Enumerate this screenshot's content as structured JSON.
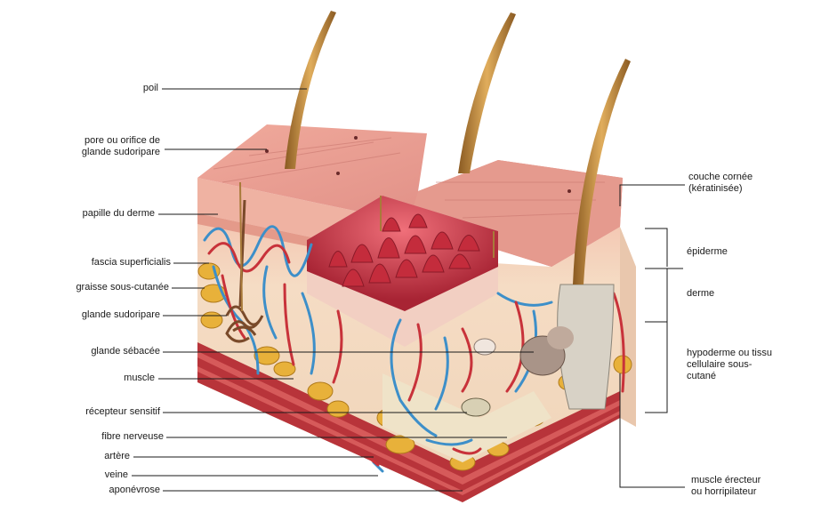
{
  "labels_left": {
    "poil": "poil",
    "pore": "pore ou orifice de\nglande sudoripare",
    "papille": "papille du derme",
    "fascia": "fascia superficialis",
    "graisse": "graisse sous-cutanée",
    "sudoripare": "glande sudoripare",
    "sebacee": "glande sébacée",
    "muscle": "muscle",
    "recepteur": "récepteur sensitif",
    "fibre": "fibre nerveuse",
    "artere": "artère",
    "veine": "veine",
    "aponevrose": "aponévrose"
  },
  "labels_right": {
    "couche": "couche cornée\n(kératinisée)",
    "epiderme": "épiderme",
    "derme": "derme",
    "hypoderme": "hypoderme ou tissu\ncellulaire sous-\ncutané",
    "erecteur": "muscle érecteur\nou horripilateur"
  },
  "colors": {
    "skin_top": "#e79a8e",
    "epidermis": "#f0b7a6",
    "dermis": "#f4d9c0",
    "fat": "#e8b13a",
    "artery": "#c8323a",
    "vein": "#3d8fc9",
    "papillae": "#c83a48",
    "hair": "#c8903c",
    "muscle_band": "#b8343a"
  }
}
